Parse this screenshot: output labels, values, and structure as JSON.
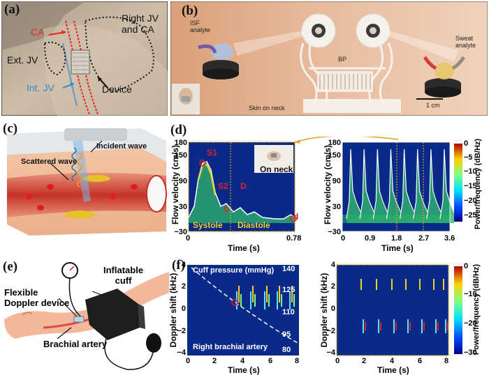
{
  "labels": {
    "a": "(a)",
    "b": "(b)",
    "c": "(c)",
    "d": "(d)",
    "e": "(e)",
    "f": "(f)"
  },
  "panel_a": {
    "right_jv_ca": [
      "Right JV",
      "and CA"
    ],
    "ca": "CA",
    "ext_jv": "Ext. JV",
    "int_jv": "Int. JV",
    "device": "Device",
    "colors": {
      "ca": "#e8231e",
      "int_jv": "#2e8ad8",
      "background": "#c8b8a4"
    }
  },
  "panel_b": {
    "isf_analyte": [
      "ISF",
      "analyte"
    ],
    "sweat_analyte": [
      "Sweat",
      "analyte"
    ],
    "bp": "BP",
    "skin_on_neck": "Skin on neck",
    "scale_bar": "1 cm"
  },
  "panel_c": {
    "incident_wave": "Incident wave",
    "scattered_wave": "Scattered wave"
  },
  "panel_d": {
    "ylabel": "Flow velocity (cm/s)",
    "xlabel": "Time (s)",
    "colorbar_label": "Power/frequency (dB/Hz)",
    "colorbar_ticks": [
      "0",
      "−5",
      "−10",
      "−15",
      "−20",
      "−25"
    ],
    "inset_label": "On neck",
    "systole": "Systole",
    "diastole": "Diastole",
    "markers": [
      "S1",
      "S2",
      "D",
      "d"
    ],
    "left_chart": {
      "type": "heatmap",
      "xlim": [
        0,
        0.78
      ],
      "ylim": [
        -30,
        180
      ],
      "xticks": [
        "0",
        "0.78"
      ],
      "yticks": [
        "180",
        "150",
        "90",
        "30",
        "−30"
      ]
    },
    "right_chart": {
      "type": "heatmap",
      "xlim": [
        0,
        3.6
      ],
      "ylim": [
        -30,
        180
      ],
      "xticks": [
        "0",
        "0.9",
        "1.8",
        "2.7",
        "3.6"
      ],
      "yticks": [
        "180",
        "150",
        "90",
        "30",
        "−30"
      ]
    }
  },
  "panel_e": {
    "inflatable_cuff": [
      "Inflatable",
      "cuff"
    ],
    "flexible_doppler": [
      "Flexible",
      "Doppler device"
    ],
    "brachial_artery": "Brachial artery"
  },
  "panel_f": {
    "ylabel": "Doppler shift (kHz)",
    "xlabel": "Time (s)",
    "cuff_pressure": "Cuff pressure (mmHg)",
    "right_brachial": "Right brachial artery",
    "pressure_ticks": [
      "140",
      "125",
      "110",
      "95",
      "80"
    ],
    "colorbar_label": "Power/frequency (dB/Hz)",
    "colorbar_ticks": [
      "0",
      "−10",
      "−20",
      "−30"
    ],
    "left_chart": {
      "type": "heatmap",
      "xlim": [
        0,
        8
      ],
      "ylim": [
        -4,
        4
      ],
      "xticks": [
        "0",
        "2",
        "4",
        "6",
        "8"
      ],
      "yticks": [
        "4",
        "2",
        "0",
        "−2",
        "−4"
      ]
    },
    "right_chart": {
      "type": "heatmap",
      "xlim": [
        0,
        8
      ],
      "ylim": [
        -4,
        4
      ],
      "xticks": [
        "0",
        "2",
        "4",
        "6",
        "8"
      ],
      "yticks": [
        "4",
        "2",
        "0",
        "−2",
        "−4"
      ]
    }
  }
}
